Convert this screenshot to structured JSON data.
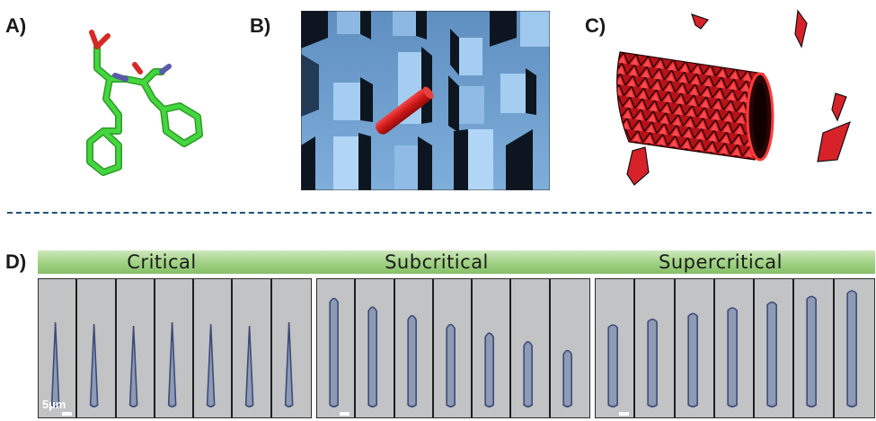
{
  "panels": {
    "a": {
      "label": "A)"
    },
    "b": {
      "label": "B)"
    },
    "c": {
      "label": "C)"
    },
    "d": {
      "label": "D)"
    }
  },
  "regimes": [
    {
      "name": "Critical",
      "frames": 7,
      "shape": "needle"
    },
    {
      "name": "Subcritical",
      "frames": 7,
      "shape": "rod-shrinking"
    },
    {
      "name": "Supercritical",
      "frames": 7,
      "shape": "rod-growing"
    }
  ],
  "scale_bar": {
    "label": "5µm"
  },
  "colors": {
    "carbon": "#3fcf3a",
    "oxygen": "#e0302c",
    "nitrogen": "#5a5aa8",
    "pillar_light": "#9fcaf0",
    "pillar_dark": "#0d1620",
    "rod_red": "#d81f1f",
    "banner_green": "#8fcb70",
    "divider": "#1f4f7a",
    "micrograph_bg": "#c1c3c4"
  }
}
